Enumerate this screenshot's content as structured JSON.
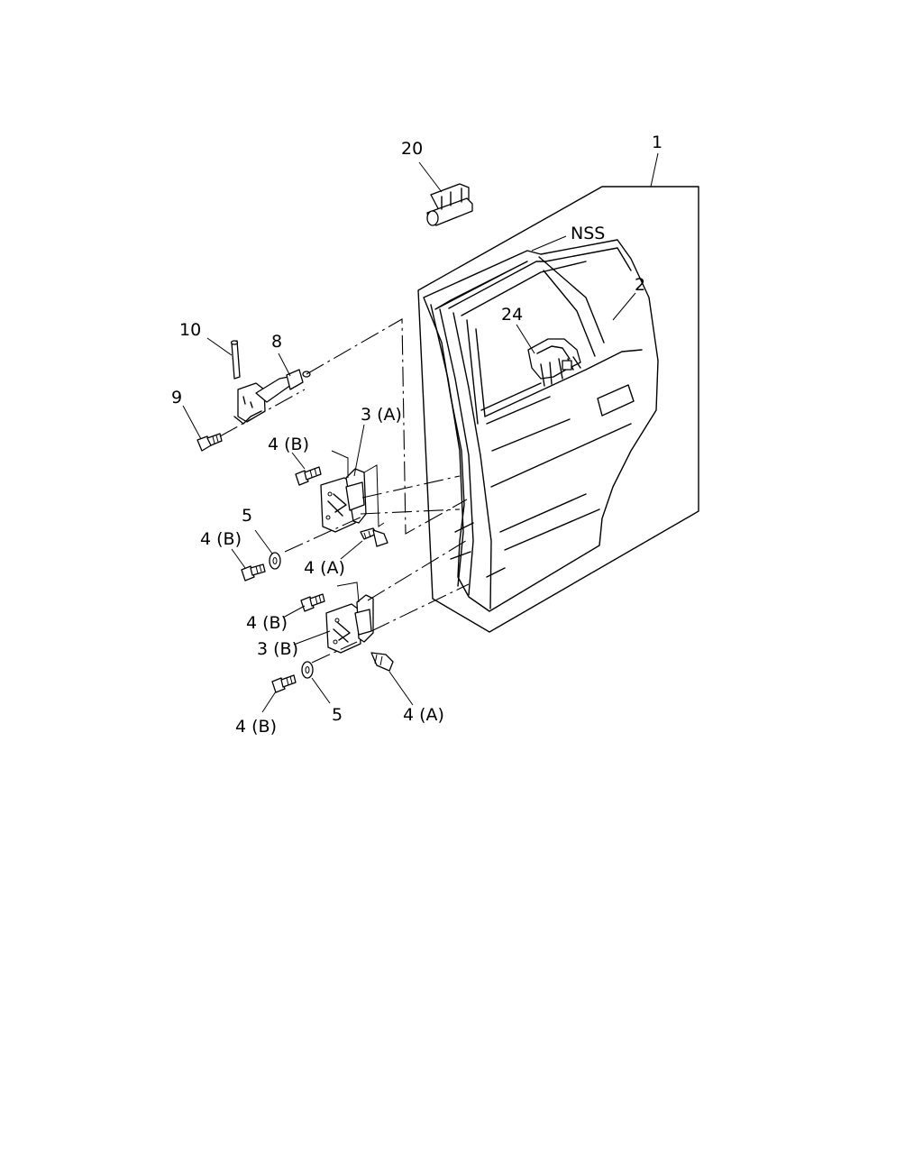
{
  "callouts": {
    "p1": "1",
    "p2": "2",
    "p20": "20",
    "nss": "NSS",
    "p24": "24",
    "p10": "10",
    "p8": "8",
    "p9": "9",
    "p3a": "3 (A)",
    "p4b_1": "4 (B)",
    "p5_1": "5",
    "p4b_2": "4 (B)",
    "p4a_1": "4 (A)",
    "p4b_3": "4 (B)",
    "p3b": "3 (B)",
    "p4b_4": "4 (B)",
    "p5_2": "5",
    "p4a_2": "4 (A)"
  },
  "icons": [
    "door-panel",
    "door-glass-frame",
    "hinge-upper",
    "hinge-lower",
    "door-check-link",
    "bolt",
    "washer",
    "pin",
    "hinge-pin-part-20",
    "lock-part-24"
  ]
}
